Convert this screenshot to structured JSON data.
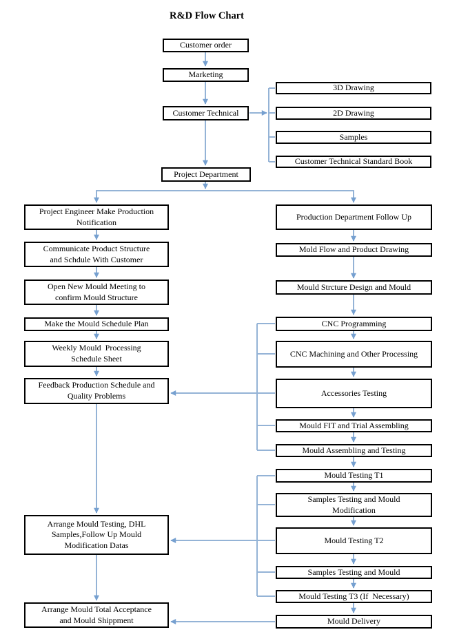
{
  "title": "R&D Flow Chart",
  "colors": {
    "connector": "#94b3d6",
    "arrowhead": "#76a0d0",
    "box_border": "#000000",
    "background": "#ffffff"
  },
  "nodes": {
    "top_chain": [
      {
        "label": "Customer order"
      },
      {
        "label": "Marketing"
      },
      {
        "label": "Customer Technical"
      },
      {
        "label": "Project Department"
      }
    ],
    "customer_inputs": [
      {
        "label": "3D Drawing"
      },
      {
        "label": "2D Drawing"
      },
      {
        "label": "Samples"
      },
      {
        "label": "Customer Technical Standard Book"
      }
    ],
    "left_column": [
      {
        "label": "Project Engineer Make Production\nNotification"
      },
      {
        "label": "Communicate Product Structure\nand Schdule With Customer"
      },
      {
        "label": "Open New Mould Meeting to\nconfirm Mould Structure"
      },
      {
        "label": "Make the Mould Schedule Plan"
      },
      {
        "label": "Weekly Mould  Processing\nSchedule Sheet"
      },
      {
        "label": "Feedback Production Schedule and\nQuality Problems"
      },
      {
        "label": "Arrange Mould Testing, DHL\nSamples,Follow Up Mould\nModification Datas"
      },
      {
        "label": "Arrange Mould Total Acceptance\nand Mould Shippment"
      }
    ],
    "right_column": [
      {
        "label": "Production Department Follow Up"
      },
      {
        "label": "Mold Flow and Product Drawing"
      },
      {
        "label": "Mould Strcture Design and Mould"
      },
      {
        "label": "CNC Programming"
      },
      {
        "label": "CNC Machining and Other Processing"
      },
      {
        "label": "Accessories Testing"
      },
      {
        "label": "Mould FIT and Trial Assembling"
      },
      {
        "label": "Mould Assembling and Testing"
      },
      {
        "label": "Mould Testing T1"
      },
      {
        "label": "Samples Testing and Mould\nModification"
      },
      {
        "label": "Mould Testing T2"
      },
      {
        "label": "Samples Testing and Mould"
      },
      {
        "label": "Mould Testing T3 (If  Necessary)"
      },
      {
        "label": "Mould Delivery"
      }
    ]
  }
}
